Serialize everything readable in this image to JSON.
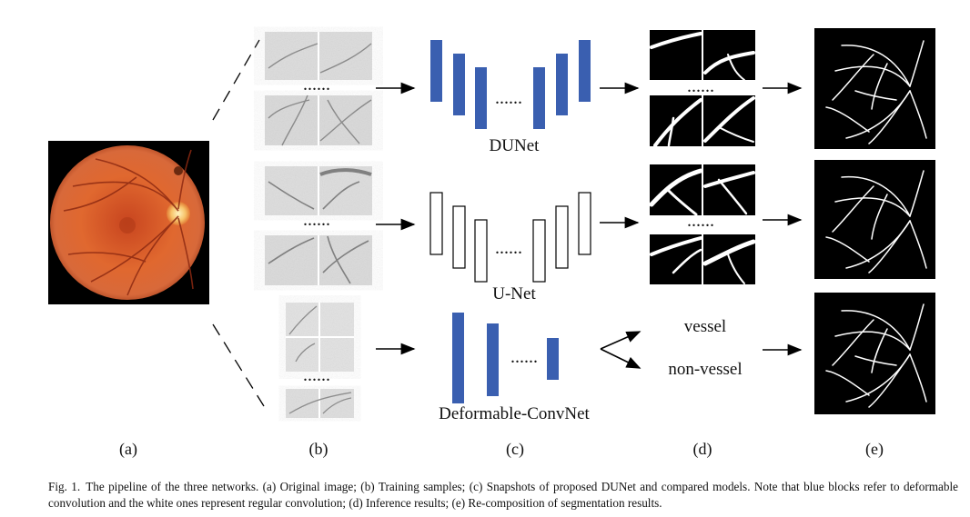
{
  "networks": [
    {
      "name": "DUNet",
      "blocks": "deformable"
    },
    {
      "name": "U-Net",
      "blocks": "regular"
    },
    {
      "name": "Deformable-ConvNet",
      "blocks": "deformable"
    }
  ],
  "outputs": {
    "vessel": "vessel",
    "non_vessel": "non-vessel"
  },
  "ellipsis": "......",
  "panel_labels": [
    "(a)",
    "(b)",
    "(c)",
    "(d)",
    "(e)"
  ],
  "caption": {
    "figure_no": "Fig. 1.",
    "text": "The pipeline of the three networks. (a) Original image; (b) Training samples; (c) Snapshots of proposed DUNet and compared models. Note that blue blocks refer to deformable convolution and the white ones represent regular convolution; (d) Inference results; (e) Re-composition of segmentation results."
  },
  "colors": {
    "deformable_block": "#3a5fb0",
    "regular_block": "#ffffff",
    "fundus_orange": "#d9572a",
    "segmentation_bg": "#000000"
  }
}
